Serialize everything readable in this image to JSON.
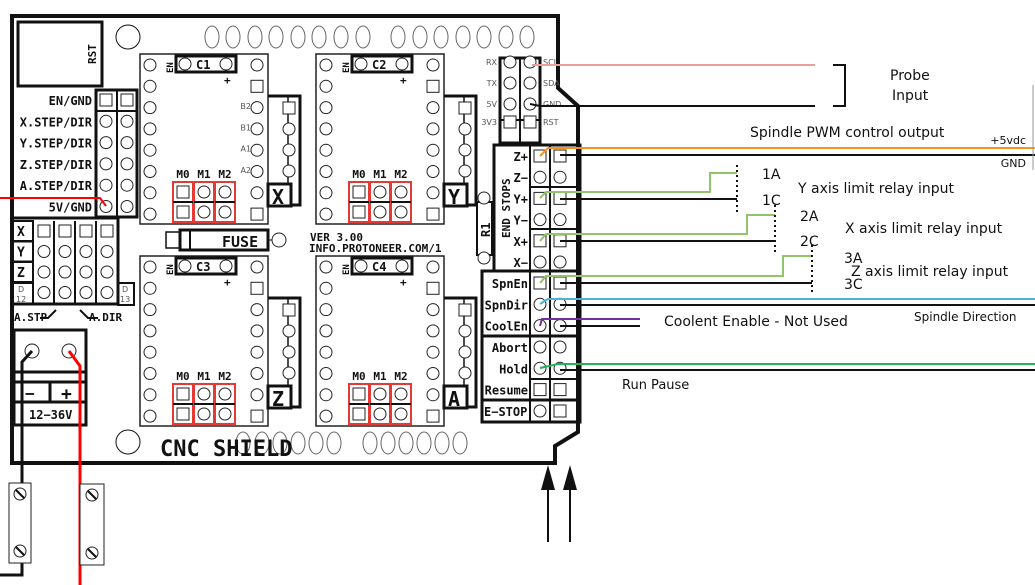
{
  "board": {
    "title": "CNC SHIELD",
    "rst": "RST",
    "version": "VER 3.00",
    "url": "INFO.PROTONEER.COM/1",
    "fuse": "FUSE",
    "r1": "R1",
    "end_stops": "END STOPS",
    "power_minus": "−",
    "power_plus": "+",
    "power_voltage": "12−36V",
    "a_stp": "A.STP",
    "a_dir": "A.DIR",
    "left_header": [
      "EN/GND",
      "X.STEP/DIR",
      "Y.STEP/DIR",
      "Z.STEP/DIR",
      "A.STEP/DIR",
      "5V/GND"
    ],
    "axis_rows": [
      "X",
      "Y",
      "Z"
    ],
    "d12": [
      "D",
      "12"
    ],
    "d13": [
      "D",
      "13"
    ],
    "drivers": [
      {
        "cap": "C1",
        "axis": "X"
      },
      {
        "cap": "C2",
        "axis": "Y"
      },
      {
        "cap": "C3",
        "axis": "Z"
      },
      {
        "cap": "C4",
        "axis": "A"
      }
    ],
    "en": "EN",
    "cap_plus": "+",
    "microstep": [
      "M0",
      "M1",
      "M2"
    ],
    "driver_pins": [
      "B2",
      "B1",
      "A1",
      "A2"
    ],
    "serial_left": [
      "RX",
      "TX",
      "5V",
      "3V3"
    ],
    "serial_right": [
      "SCL",
      "SDA",
      "GND",
      "RST"
    ],
    "endstop_pins": [
      "Z+",
      "Z−",
      "Y+",
      "Y−",
      "X+",
      "X−"
    ],
    "spindle_pins": [
      "SpnEn",
      "SpnDir",
      "CoolEn"
    ],
    "control_pins": [
      "Abort",
      "Hold",
      "Resume"
    ],
    "estop": "E−STOP"
  },
  "labels": {
    "probe": [
      "Probe",
      "Input"
    ],
    "spindle_pwm": "Spindle PWM control output",
    "plus5": "+5vdc",
    "gnd": "GND",
    "y_limit": "Y axis limit relay input",
    "x_limit": "X axis limit  relay input",
    "z_limit": "Z axis limit relay input",
    "relay_1a": "1A",
    "relay_1c": "1C",
    "relay_2a": "2A",
    "relay_2c": "2C",
    "relay_3a": "3A",
    "relay_3c": "3C",
    "spindle_dir": "Spindle Direction",
    "coolant": "Coolent Enable - Not Used",
    "run_pause": "Run Pause"
  },
  "colors": {
    "probe_wire": "#e8a09a",
    "pwm_wire": "#f7941d",
    "limit_wire": "#92c46a",
    "dir_wire": "#4bb3d9",
    "coolant_wire": "#7030a0",
    "hold_wire": "#1fb25a",
    "power_wire": "#ff0000",
    "jumper": "#e53935"
  }
}
